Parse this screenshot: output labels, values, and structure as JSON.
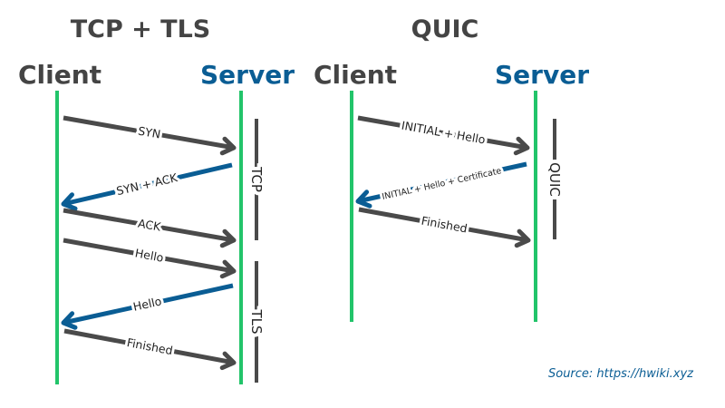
{
  "colors": {
    "lifeline": "#22c46a",
    "client_msg": "#4a4a4a",
    "server_msg": "#0a5d94",
    "server_label": "#0a5d94",
    "heading": "#444444"
  },
  "tcp_tls": {
    "title": "TCP + TLS",
    "client": "Client",
    "server": "Server",
    "messages": [
      "SYN",
      "SYN + ACK",
      "ACK",
      "Hello",
      "Hello",
      "Finished"
    ],
    "phases": [
      "TCP",
      "TLS"
    ]
  },
  "quic": {
    "title": "QUIC",
    "client": "Client",
    "server": "Server",
    "messages": [
      "INITIAL + Hello",
      "INITIAL + Hello + Certificate",
      "Finished"
    ],
    "phases": [
      "QUIC"
    ]
  },
  "source": "Source: https://hwiki.xyz"
}
